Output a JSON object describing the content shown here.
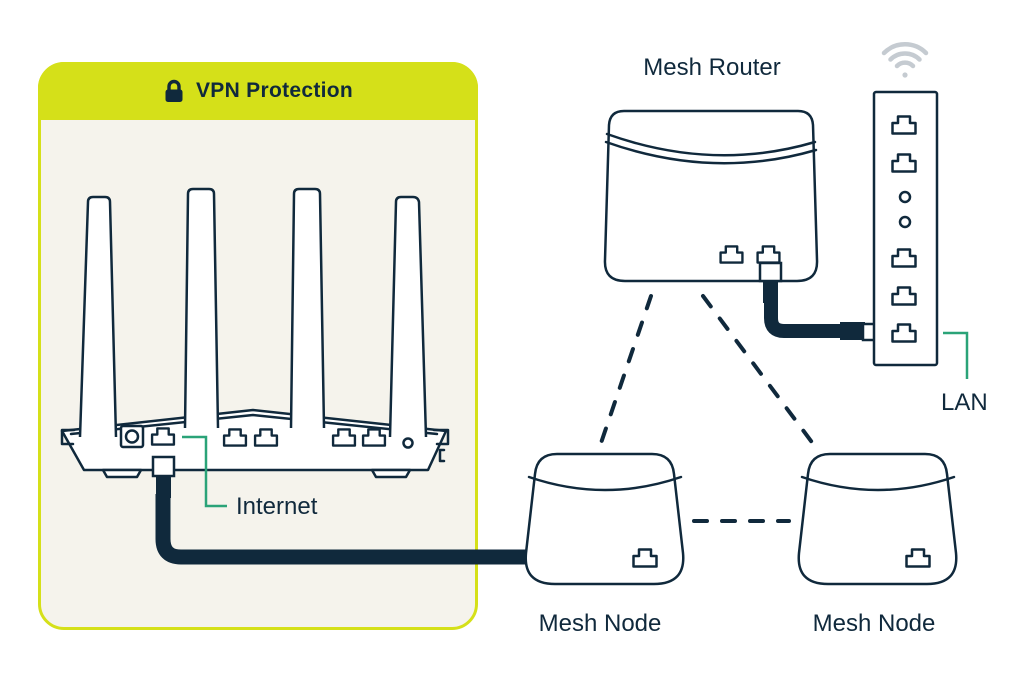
{
  "colors": {
    "navy": "#10293c",
    "lime": "#d5e019",
    "cream": "#f5f3ec",
    "green": "#2aa378",
    "gray": "#c5cbd1",
    "white": "#ffffff"
  },
  "vpn_box": {
    "title": "VPN Protection",
    "title_icon": "lock-icon",
    "internet_port_label": "Internet",
    "router": {
      "antenna_count": 4,
      "ethernet_port_count": 5,
      "has_power_port": true
    }
  },
  "mesh_network": {
    "router_label": "Mesh Router",
    "node_labels": [
      "Mesh Node",
      "Mesh Node"
    ],
    "router_port_count": 2,
    "node_port_count": 1
  },
  "access_point": {
    "lan_label": "LAN",
    "wifi_icon": "wifi-icon",
    "ethernet_port_count": 5,
    "led_count": 2
  },
  "icons": {
    "ethernet_port": "ethernet-port-icon",
    "lock": "lock-icon",
    "wifi": "wifi-icon"
  }
}
